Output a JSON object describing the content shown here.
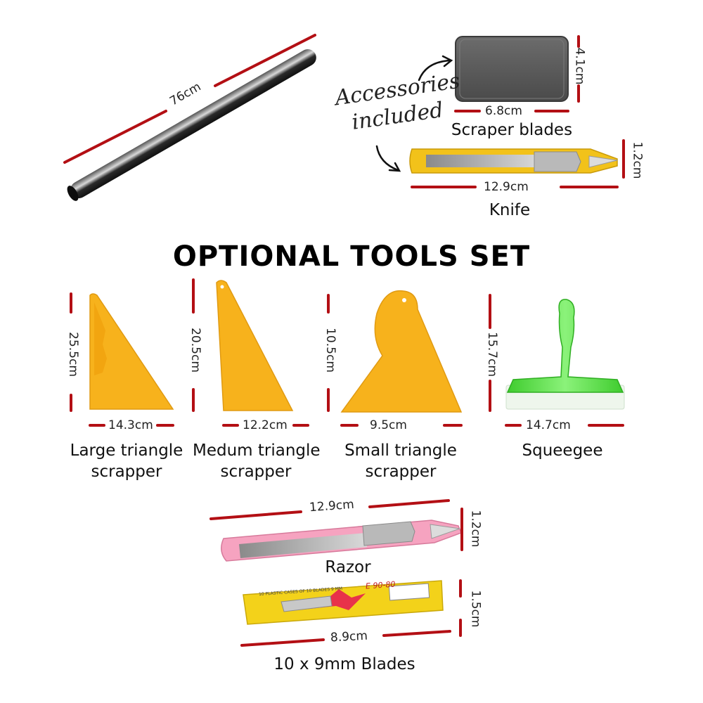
{
  "title": "OPTIONAL TOOLS SET",
  "accessories_note": [
    "Accessories",
    "included"
  ],
  "colors": {
    "dimension_line": "#b30f14",
    "tool_yellow": "#f7b21c",
    "squeegee_green": "#5fe04a",
    "razor_pink": "#f6a3c0"
  },
  "items": {
    "rod": {
      "length": "76cm"
    },
    "scraper_blades": {
      "label": "Scraper blades",
      "width": "6.8cm",
      "height": "4.1cm"
    },
    "knife": {
      "label": "Knife",
      "length": "12.9cm",
      "height": "1.2cm"
    },
    "large_triangle": {
      "label_line1": "Large triangle",
      "label_line2": "scrapper",
      "height": "25.5cm",
      "width": "14.3cm"
    },
    "medium_triangle": {
      "label_line1": "Medum triangle",
      "label_line2": "scrapper",
      "height": "20.5cm",
      "width": "12.2cm"
    },
    "small_triangle": {
      "label_line1": "Small triangle",
      "label_line2": "scrapper",
      "height": "10.5cm",
      "width": "9.5cm"
    },
    "squeegee": {
      "label": "Squeegee",
      "height": "15.7cm",
      "width": "14.7cm"
    },
    "razor": {
      "label": "Razor",
      "length": "12.9cm",
      "height": "1.2cm"
    },
    "blades": {
      "label": "10 x 9mm Blades",
      "length": "8.9cm",
      "height": "1.5cm",
      "box_text": "10 PLASTIC CASES OF 10 BLADES 9 MM",
      "box_code": "E 90-80"
    }
  }
}
